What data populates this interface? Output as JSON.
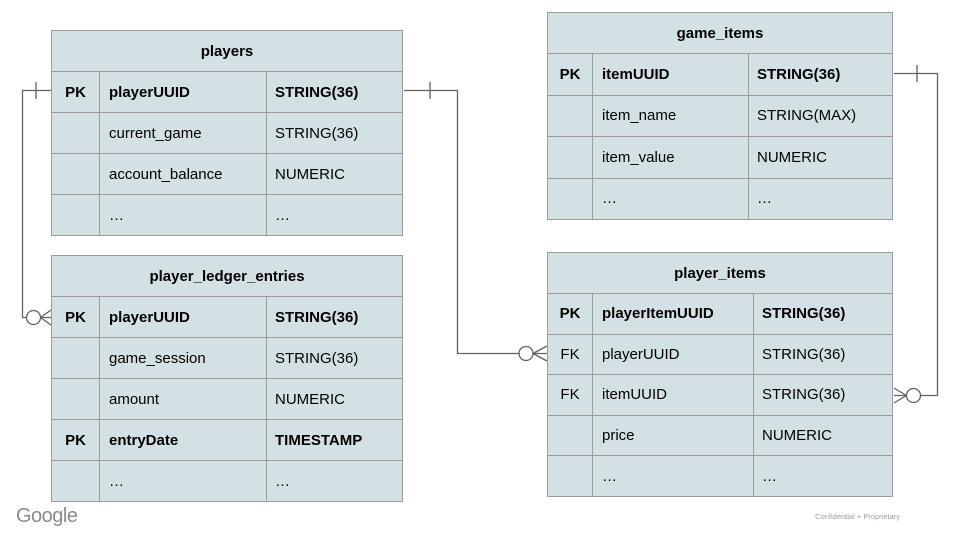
{
  "diagram": {
    "type": "entity-relationship",
    "background": "#ffffff"
  },
  "colors": {
    "cell_fill": "#d4e1e4",
    "table_border": "#9b9b9b",
    "connector_line": "#616161",
    "text": "#000000",
    "logo_gray": "#878c91",
    "footnote_gray": "#9aa0a6"
  },
  "tables": [
    {
      "id": "players",
      "title": "players",
      "rows": [
        {
          "key": "PK",
          "name": "playerUUID",
          "type": "STRING(36)"
        },
        {
          "key": "",
          "name": "current_game",
          "type": "STRING(36)"
        },
        {
          "key": "",
          "name": "account_balance",
          "type": "NUMERIC"
        },
        {
          "key": "",
          "name": "…",
          "type": "…"
        }
      ]
    },
    {
      "id": "game_items",
      "title": "game_items",
      "rows": [
        {
          "key": "PK",
          "name": "itemUUID",
          "type": "STRING(36)"
        },
        {
          "key": "",
          "name": "item_name",
          "type": "STRING(MAX)"
        },
        {
          "key": "",
          "name": "item_value",
          "type": "NUMERIC"
        },
        {
          "key": "",
          "name": "…",
          "type": "…"
        }
      ]
    },
    {
      "id": "player_ledger_entries",
      "title": "player_ledger_entries",
      "rows": [
        {
          "key": "PK",
          "name": "playerUUID",
          "type": "STRING(36)"
        },
        {
          "key": "",
          "name": "game_session",
          "type": "STRING(36)"
        },
        {
          "key": "",
          "name": "amount",
          "type": "NUMERIC"
        },
        {
          "key": "PK",
          "name": "entryDate",
          "type": "TIMESTAMP"
        },
        {
          "key": "",
          "name": "…",
          "type": "…"
        }
      ]
    },
    {
      "id": "player_items",
      "title": "player_items",
      "rows": [
        {
          "key": "PK",
          "name": "playerItemUUID",
          "type": "STRING(36)"
        },
        {
          "key": "FK",
          "name": "playerUUID",
          "type": "STRING(36)"
        },
        {
          "key": "FK",
          "name": "itemUUID",
          "type": "STRING(36)"
        },
        {
          "key": "",
          "name": "price",
          "type": "NUMERIC"
        },
        {
          "key": "",
          "name": "…",
          "type": "…"
        }
      ]
    }
  ],
  "relationships": [
    {
      "from": "players.playerUUID",
      "to": "player_ledger_entries.playerUUID",
      "from_cardinality": "one",
      "to_cardinality": "zero-or-many"
    },
    {
      "from": "players.playerUUID",
      "to": "player_items.playerUUID",
      "from_cardinality": "one",
      "to_cardinality": "zero-or-many"
    },
    {
      "from": "game_items.itemUUID",
      "to": "player_items.itemUUID",
      "from_cardinality": "one",
      "to_cardinality": "zero-or-many"
    }
  ],
  "footer": {
    "logo_text": "Google",
    "confidential_label": "Confidential + Proprietary"
  }
}
